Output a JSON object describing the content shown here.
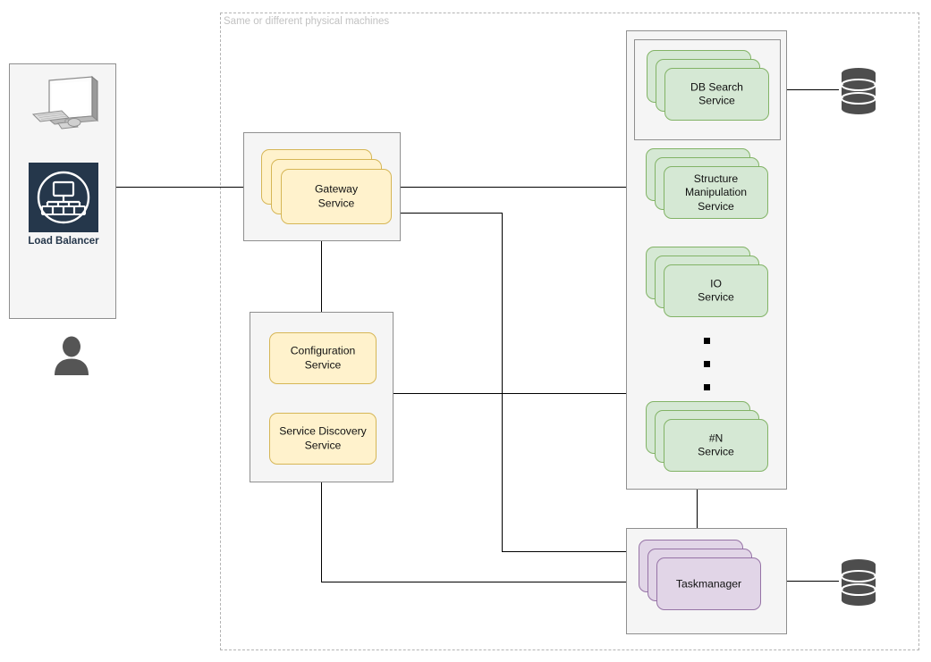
{
  "diagram": {
    "boundary_label": "Same or different physical machines",
    "colors": {
      "yellow_fill": "#fff2cc",
      "yellow_stroke": "#d6b656",
      "green_fill": "#d5e8d4",
      "green_stroke": "#82b366",
      "purple_fill": "#e1d5e7",
      "purple_stroke": "#9673a6",
      "panel_fill": "#f5f5f5",
      "panel_stroke": "#8f8f8f",
      "boundary_stroke": "#b3b3b3",
      "boundary_label_color": "#c2c2c2",
      "db_icon": "#4d4d4d",
      "load_balancer_tile": "#25374b",
      "line": "#000000"
    }
  },
  "client": {
    "monitor_icon": "desktop-computer-icon",
    "load_balancer": {
      "icon": "load-balancer-icon",
      "caption": "Load Balancer"
    },
    "user_icon": "user-icon"
  },
  "gateway": {
    "label": "Gateway\nService",
    "instances": 3
  },
  "middleware": {
    "configuration": {
      "label": "Configuration\nService"
    },
    "discovery": {
      "label": "Service Discovery\nService"
    }
  },
  "services": [
    {
      "name": "db-search-service",
      "label": "DB Search\nService",
      "instances": 3,
      "boxed": true
    },
    {
      "name": "structure-manipulation-service",
      "label": "Structure\nManipulation\nService",
      "instances": 3,
      "boxed": false
    },
    {
      "name": "io-service",
      "label": "IO\nService",
      "instances": 3,
      "boxed": false
    },
    {
      "name": "n-service",
      "label": "#N\nService",
      "instances": 3,
      "boxed": false
    }
  ],
  "ellipsis": {
    "count": 3,
    "glyph": "square-dot"
  },
  "taskmanager": {
    "label": "Taskmanager",
    "instances": 3
  },
  "databases": [
    {
      "name": "db-search-database",
      "icon": "database-cylinder-icon"
    },
    {
      "name": "taskmanager-database",
      "icon": "database-cylinder-icon"
    }
  ]
}
